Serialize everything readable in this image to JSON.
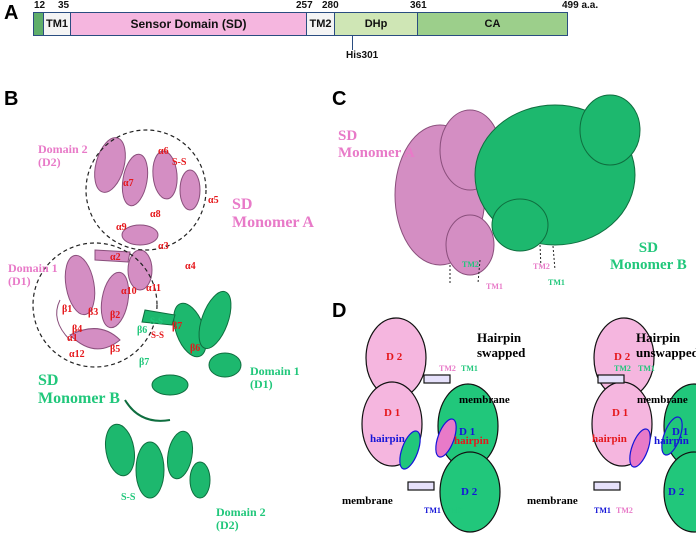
{
  "panels": {
    "a": "A",
    "b": "B",
    "c": "C",
    "d": "D"
  },
  "panel_a": {
    "ticks": [
      "12",
      "35",
      "257",
      "280",
      "361",
      "499 a.a."
    ],
    "segments": [
      "TM1",
      "Sensor Domain (SD)",
      "TM2",
      "DHp",
      "CA"
    ],
    "his_label": "His301"
  },
  "panel_b": {
    "domain2_a": [
      "Domain 2",
      "(D2)"
    ],
    "domain1_a": [
      "Domain 1",
      "(D1)"
    ],
    "monomer_a": [
      "SD",
      "Monomer A"
    ],
    "monomer_b": [
      "SD",
      "Monomer B"
    ],
    "domain1_b": [
      "Domain 1",
      "(D1)"
    ],
    "domain2_b": [
      "Domain 2",
      "(D2)"
    ],
    "ss_a": "S-S",
    "ss_b": "S-S",
    "helices": [
      "α6",
      "α7",
      "α8",
      "α5",
      "α9",
      "α3",
      "α4",
      "α2",
      "α10",
      "α11",
      "α1",
      "α12"
    ],
    "strands_a": [
      "β1",
      "β3",
      "β2",
      "β4",
      "β5"
    ],
    "strands_b": [
      "β6",
      "β7",
      "β7",
      "β6"
    ],
    "ss_mid": [
      "S-S",
      "S-S"
    ]
  },
  "panel_c": {
    "monomer_a": [
      "SD",
      "Monomer A"
    ],
    "monomer_b": [
      "SD",
      "Monomer B"
    ],
    "tm": [
      "TM2",
      "TM1",
      "TM2",
      "TM1"
    ]
  },
  "panel_d": {
    "left_title": [
      "Hairpin",
      "swapped"
    ],
    "right_title": [
      "Hairpin",
      "unswapped"
    ],
    "d2": "D 2",
    "d1": "D 1",
    "hairpin": "hairpin",
    "membrane": "membrane",
    "tm1": "TM1",
    "tm2": "TM2"
  },
  "colors": {
    "pink": "#e87ac8",
    "green": "#21c77b",
    "ca_green": "#9ccf8b",
    "dhp_green": "#cfe6b5",
    "sd_pink": "#f5b6df",
    "red": "#e5171b",
    "blue": "#1515d8"
  }
}
